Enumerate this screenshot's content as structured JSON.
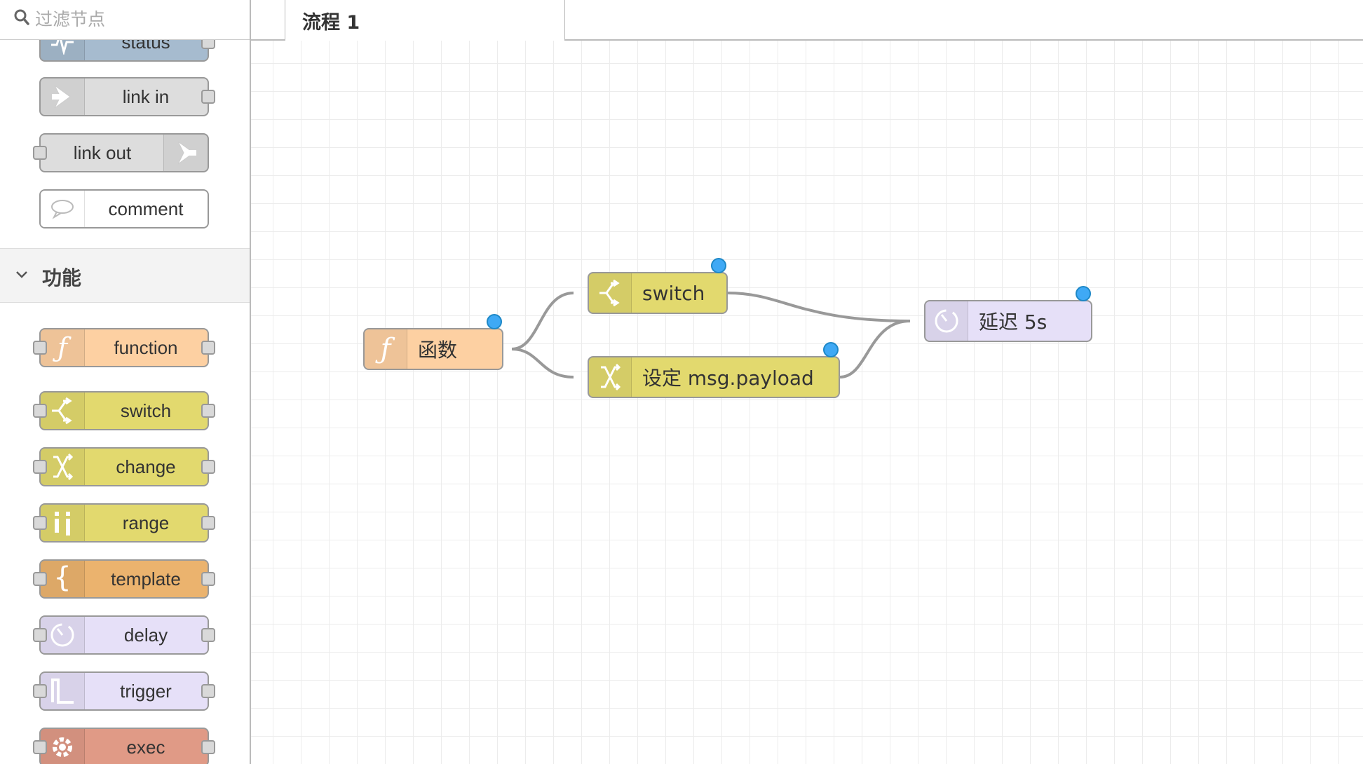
{
  "palette": {
    "search": {
      "placeholder": "过滤节点",
      "icon": "search-icon"
    },
    "nodes_top": [
      {
        "label": "status",
        "color": "#a6bbcf",
        "icon": "status-icon"
      },
      {
        "label": "link in",
        "color": "#dddddd",
        "icon": "link-in-icon"
      },
      {
        "label": "link out",
        "color": "#dddddd",
        "icon": "link-out-icon"
      },
      {
        "label": "comment",
        "color": "#ffffff",
        "icon": "comment-icon"
      }
    ],
    "category": {
      "label": "功能",
      "icon": "chevron-down-icon"
    },
    "nodes_function": [
      {
        "label": "function",
        "color": "#fdd0a2",
        "icon": "function-icon"
      },
      {
        "label": "switch",
        "color": "#e2d96e",
        "icon": "switch-icon"
      },
      {
        "label": "change",
        "color": "#e2d96e",
        "icon": "change-icon"
      },
      {
        "label": "range",
        "color": "#e2d96e",
        "icon": "range-icon"
      },
      {
        "label": "template",
        "color": "#ebb36e",
        "icon": "template-icon"
      },
      {
        "label": "delay",
        "color": "#e6e0f8",
        "icon": "delay-icon"
      },
      {
        "label": "trigger",
        "color": "#e6e0f8",
        "icon": "trigger-icon"
      },
      {
        "label": "exec",
        "color": "#e09a86",
        "icon": "exec-icon"
      }
    ]
  },
  "tabs": [
    {
      "label": "流程 1",
      "active": true
    }
  ],
  "flow": {
    "nodes": [
      {
        "label": "函数",
        "color": "#fdd0a2",
        "icon": "function-icon",
        "status": "blue-dot"
      },
      {
        "label": "switch",
        "color": "#e2d96e",
        "icon": "switch-icon",
        "status": "blue-dot"
      },
      {
        "label": "设定 msg.payload",
        "color": "#e2d96e",
        "icon": "change-icon",
        "status": "blue-dot"
      },
      {
        "label": "延迟 5s",
        "color": "#e6e0f8",
        "icon": "delay-icon",
        "status": "blue-dot"
      }
    ],
    "wires": [
      {
        "from": "函数",
        "to": "switch"
      },
      {
        "from": "函数",
        "to": "设定 msg.payload"
      },
      {
        "from": "switch",
        "to": "延迟 5s"
      },
      {
        "from": "设定 msg.payload",
        "to": "延迟 5s"
      }
    ],
    "wire_color": "#999999",
    "status_color": "#3fa9f5"
  }
}
